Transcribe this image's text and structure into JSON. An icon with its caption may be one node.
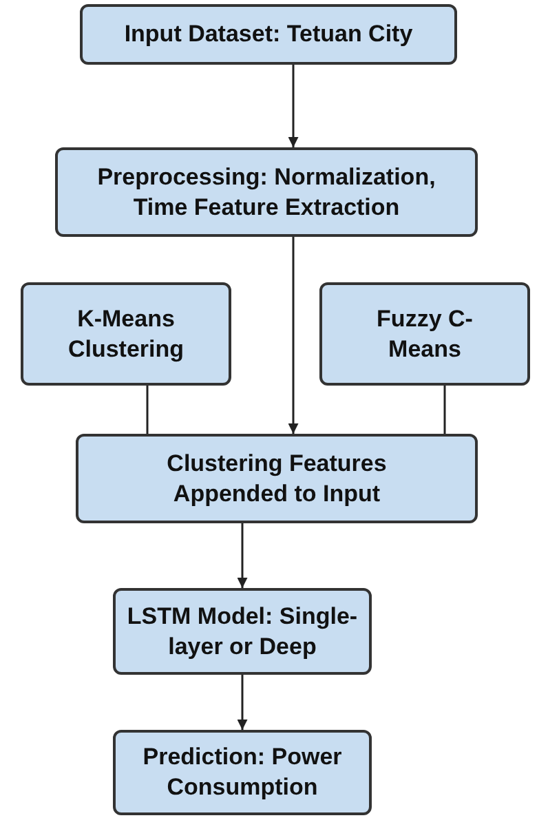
{
  "diagram": {
    "nodes": [
      {
        "text": [
          "Input Dataset: Tetuan City"
        ]
      },
      {
        "text": [
          "Preprocessing: Normalization, Time Feature Extraction"
        ]
      },
      {
        "text": [
          "K-Means Clustering"
        ]
      },
      {
        "text": [
          "Fuzzy C- Means"
        ]
      },
      {
        "text": [
          "Clustering Features Appended to Input"
        ]
      },
      {
        "text": [
          "LSTM Model: Single-layer or Deep"
        ]
      },
      {
        "text": [
          "Prediction: Power Consumption"
        ]
      }
    ],
    "edges": [
      {
        "from": 0,
        "to": 1,
        "arrow": "to"
      },
      {
        "from": 1,
        "to": 4,
        "arrow": "to"
      },
      {
        "from": 2,
        "to": 4,
        "arrow": "none"
      },
      {
        "from": 3,
        "to": 4,
        "arrow": "none"
      },
      {
        "from": 4,
        "to": 5,
        "arrow": "to"
      },
      {
        "from": 5,
        "to": 6,
        "arrow": "to"
      }
    ]
  }
}
